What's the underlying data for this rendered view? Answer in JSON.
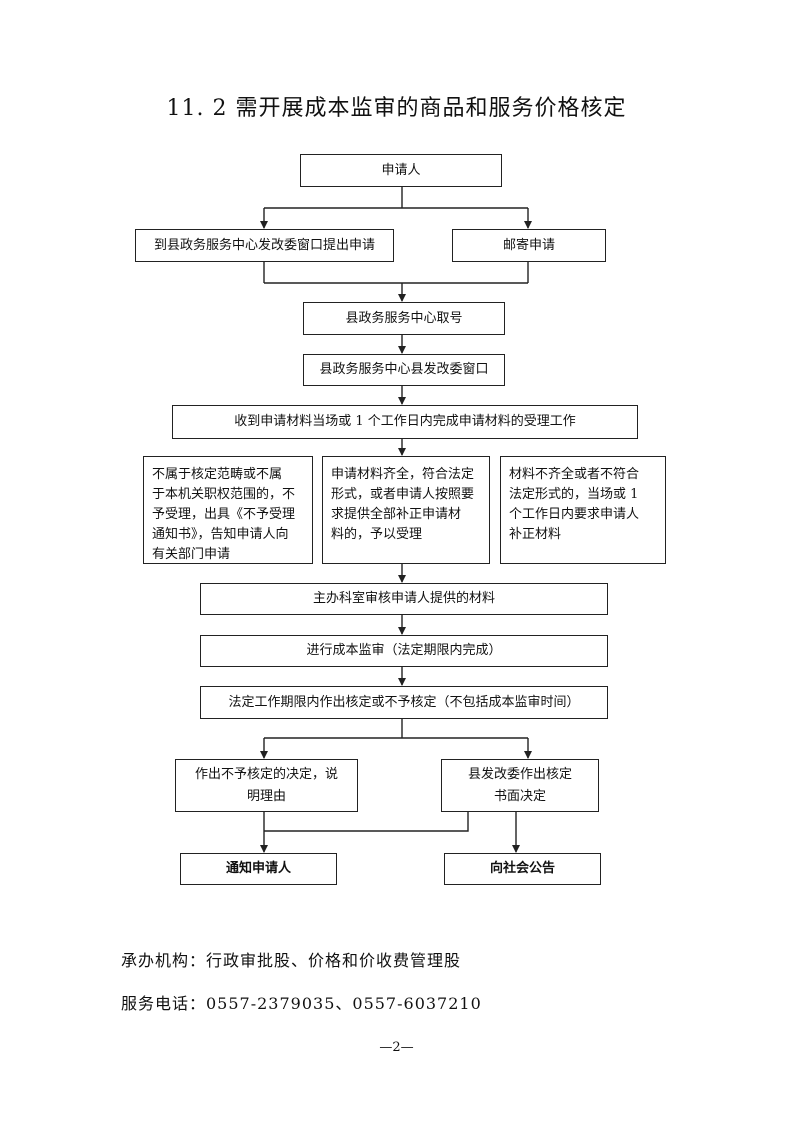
{
  "title": "11. 2 需开展成本监审的商品和服务价格核定",
  "flow": {
    "applicant": "申请人",
    "apply_window": "到县政务服务中心发改委窗口提出申请",
    "apply_mail": "邮寄申请",
    "take_number": "县政务服务中心取号",
    "window": "县政务服务中心县发改委窗口",
    "receive": "收到申请材料当场或 1 个工作日内完成申请材料的受理工作",
    "reject_lines": [
      "不属于核定范畴或不属",
      "于本机关职权范围的，不",
      "予受理，出具《不予受理",
      "通知书》，告知申请人向",
      "有关部门申请"
    ],
    "accept_lines": [
      "申请材料齐全，符合法定",
      "形式，或者申请人按照要",
      "求提供全部补正申请材",
      "料的，予以受理"
    ],
    "supplement_lines": [
      "材料不齐全或者不符合",
      "法定形式的，当场或 1",
      "个工作日内要求申请人",
      "补正材料"
    ],
    "review": "主办科室审核申请人提供的材料",
    "audit": "进行成本监审（法定期限内完成）",
    "decide": "法定工作期限内作出核定或不予核定（不包括成本监审时间）",
    "deny_lines": [
      "作出不予核定的决定，说",
      "明理由"
    ],
    "approve_lines": [
      "县发改委作出核定",
      "书面决定"
    ],
    "notify": "通知申请人",
    "announce": "向社会公告"
  },
  "footer": {
    "office": "承办机构：行政审批股、价格和价收费管理股",
    "phone": "服务电话：0557-2379035、0557-6037210"
  },
  "page_number": "—2—"
}
